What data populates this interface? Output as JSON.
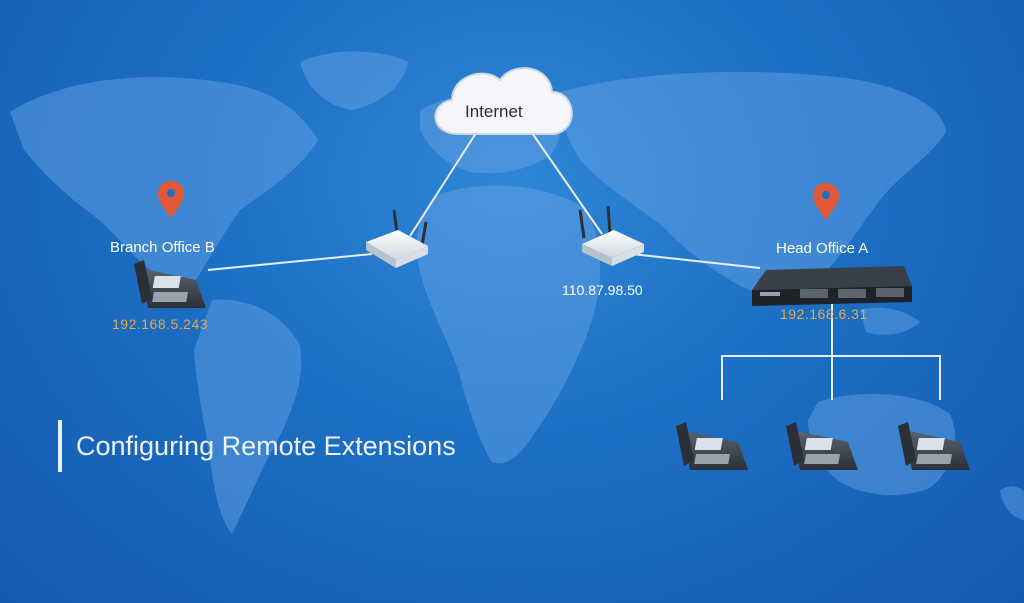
{
  "cloud": {
    "label": "Internet"
  },
  "branch": {
    "name": "Branch Office B",
    "ip": "192.168.5.243"
  },
  "head": {
    "name": "Head Office A",
    "ip": "192.168.6.31"
  },
  "router_right": {
    "ip": "110.87.98.50"
  },
  "title": "Configuring Remote Extensions",
  "colors": {
    "background": "#1c6fc4",
    "pin": "#e05a3a",
    "ip_text": "#e8a94b",
    "link": "#e6eef8"
  }
}
